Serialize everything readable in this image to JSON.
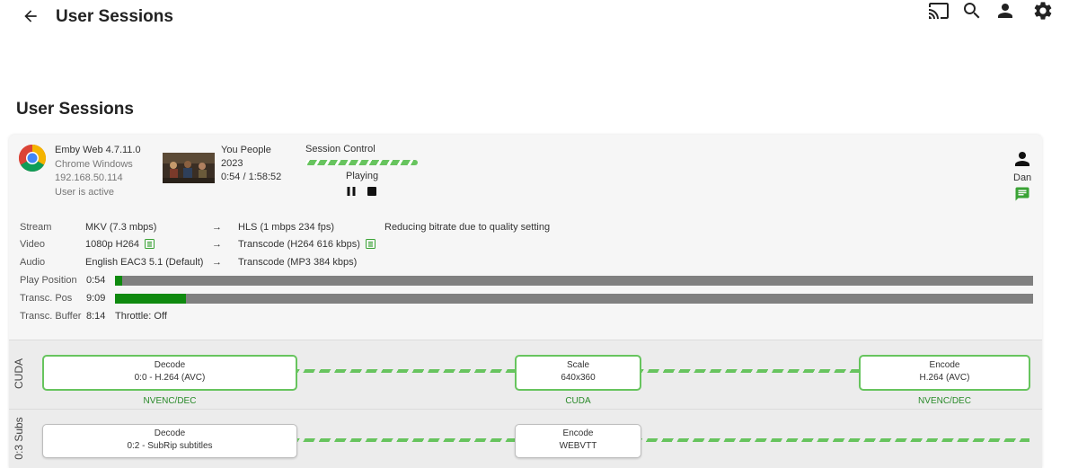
{
  "header": {
    "title": "User Sessions",
    "icons": [
      "back-arrow-icon",
      "cast-icon",
      "search-icon",
      "user-icon",
      "settings-gear-icon"
    ]
  },
  "page": {
    "title": "User Sessions"
  },
  "session": {
    "client": {
      "app": "Emby Web 4.7.11.0",
      "device": "Chrome Windows",
      "ip": "192.168.50.114",
      "activity": "User is active"
    },
    "media": {
      "title": "You People",
      "year": "2023",
      "position": "0:54 / 1:58:52"
    },
    "control": {
      "label": "Session Control",
      "state": "Playing"
    },
    "user": {
      "name": "Dan"
    },
    "stats": {
      "stream": {
        "label": "Stream",
        "source": "MKV (7.3 mbps)",
        "target": "HLS (1 mbps 234 fps)",
        "note": "Reducing bitrate due to quality setting"
      },
      "video": {
        "label": "Video",
        "source": "1080p H264",
        "target": "Transcode (H264 616 kbps)"
      },
      "audio": {
        "label": "Audio",
        "source": "English EAC3 5.1 (Default)",
        "target": "Transcode (MP3 384 kbps)"
      },
      "arrow": "→",
      "play_position": {
        "label": "Play Position",
        "value": "0:54",
        "fraction": 0.0076
      },
      "transc_pos": {
        "label": "Transc. Pos",
        "value": "9:09",
        "fraction": 0.077
      },
      "buffer": {
        "label": "Transc. Buffer",
        "value": "8:14",
        "throttle": "Throttle: Off"
      }
    }
  },
  "pipelines": [
    {
      "lane": "CUDA",
      "nodes": [
        {
          "title": "Decode",
          "detail": "0:0 - H.264 (AVC)",
          "sub": "NVENC/DEC"
        },
        {
          "title": "Scale",
          "detail": "640x360",
          "sub": "CUDA"
        },
        {
          "title": "Encode",
          "detail": "H.264 (AVC)",
          "sub": "NVENC/DEC"
        }
      ]
    },
    {
      "lane": "0:3 Subs",
      "nodes": [
        {
          "title": "Decode",
          "detail": "0:2 - SubRip subtitles"
        },
        {
          "title": "Encode",
          "detail": "WEBVTT"
        }
      ]
    }
  ],
  "colors": {
    "accent": "#67c45e",
    "progress_fill": "#0f8a0f",
    "progress_track": "#808080"
  }
}
